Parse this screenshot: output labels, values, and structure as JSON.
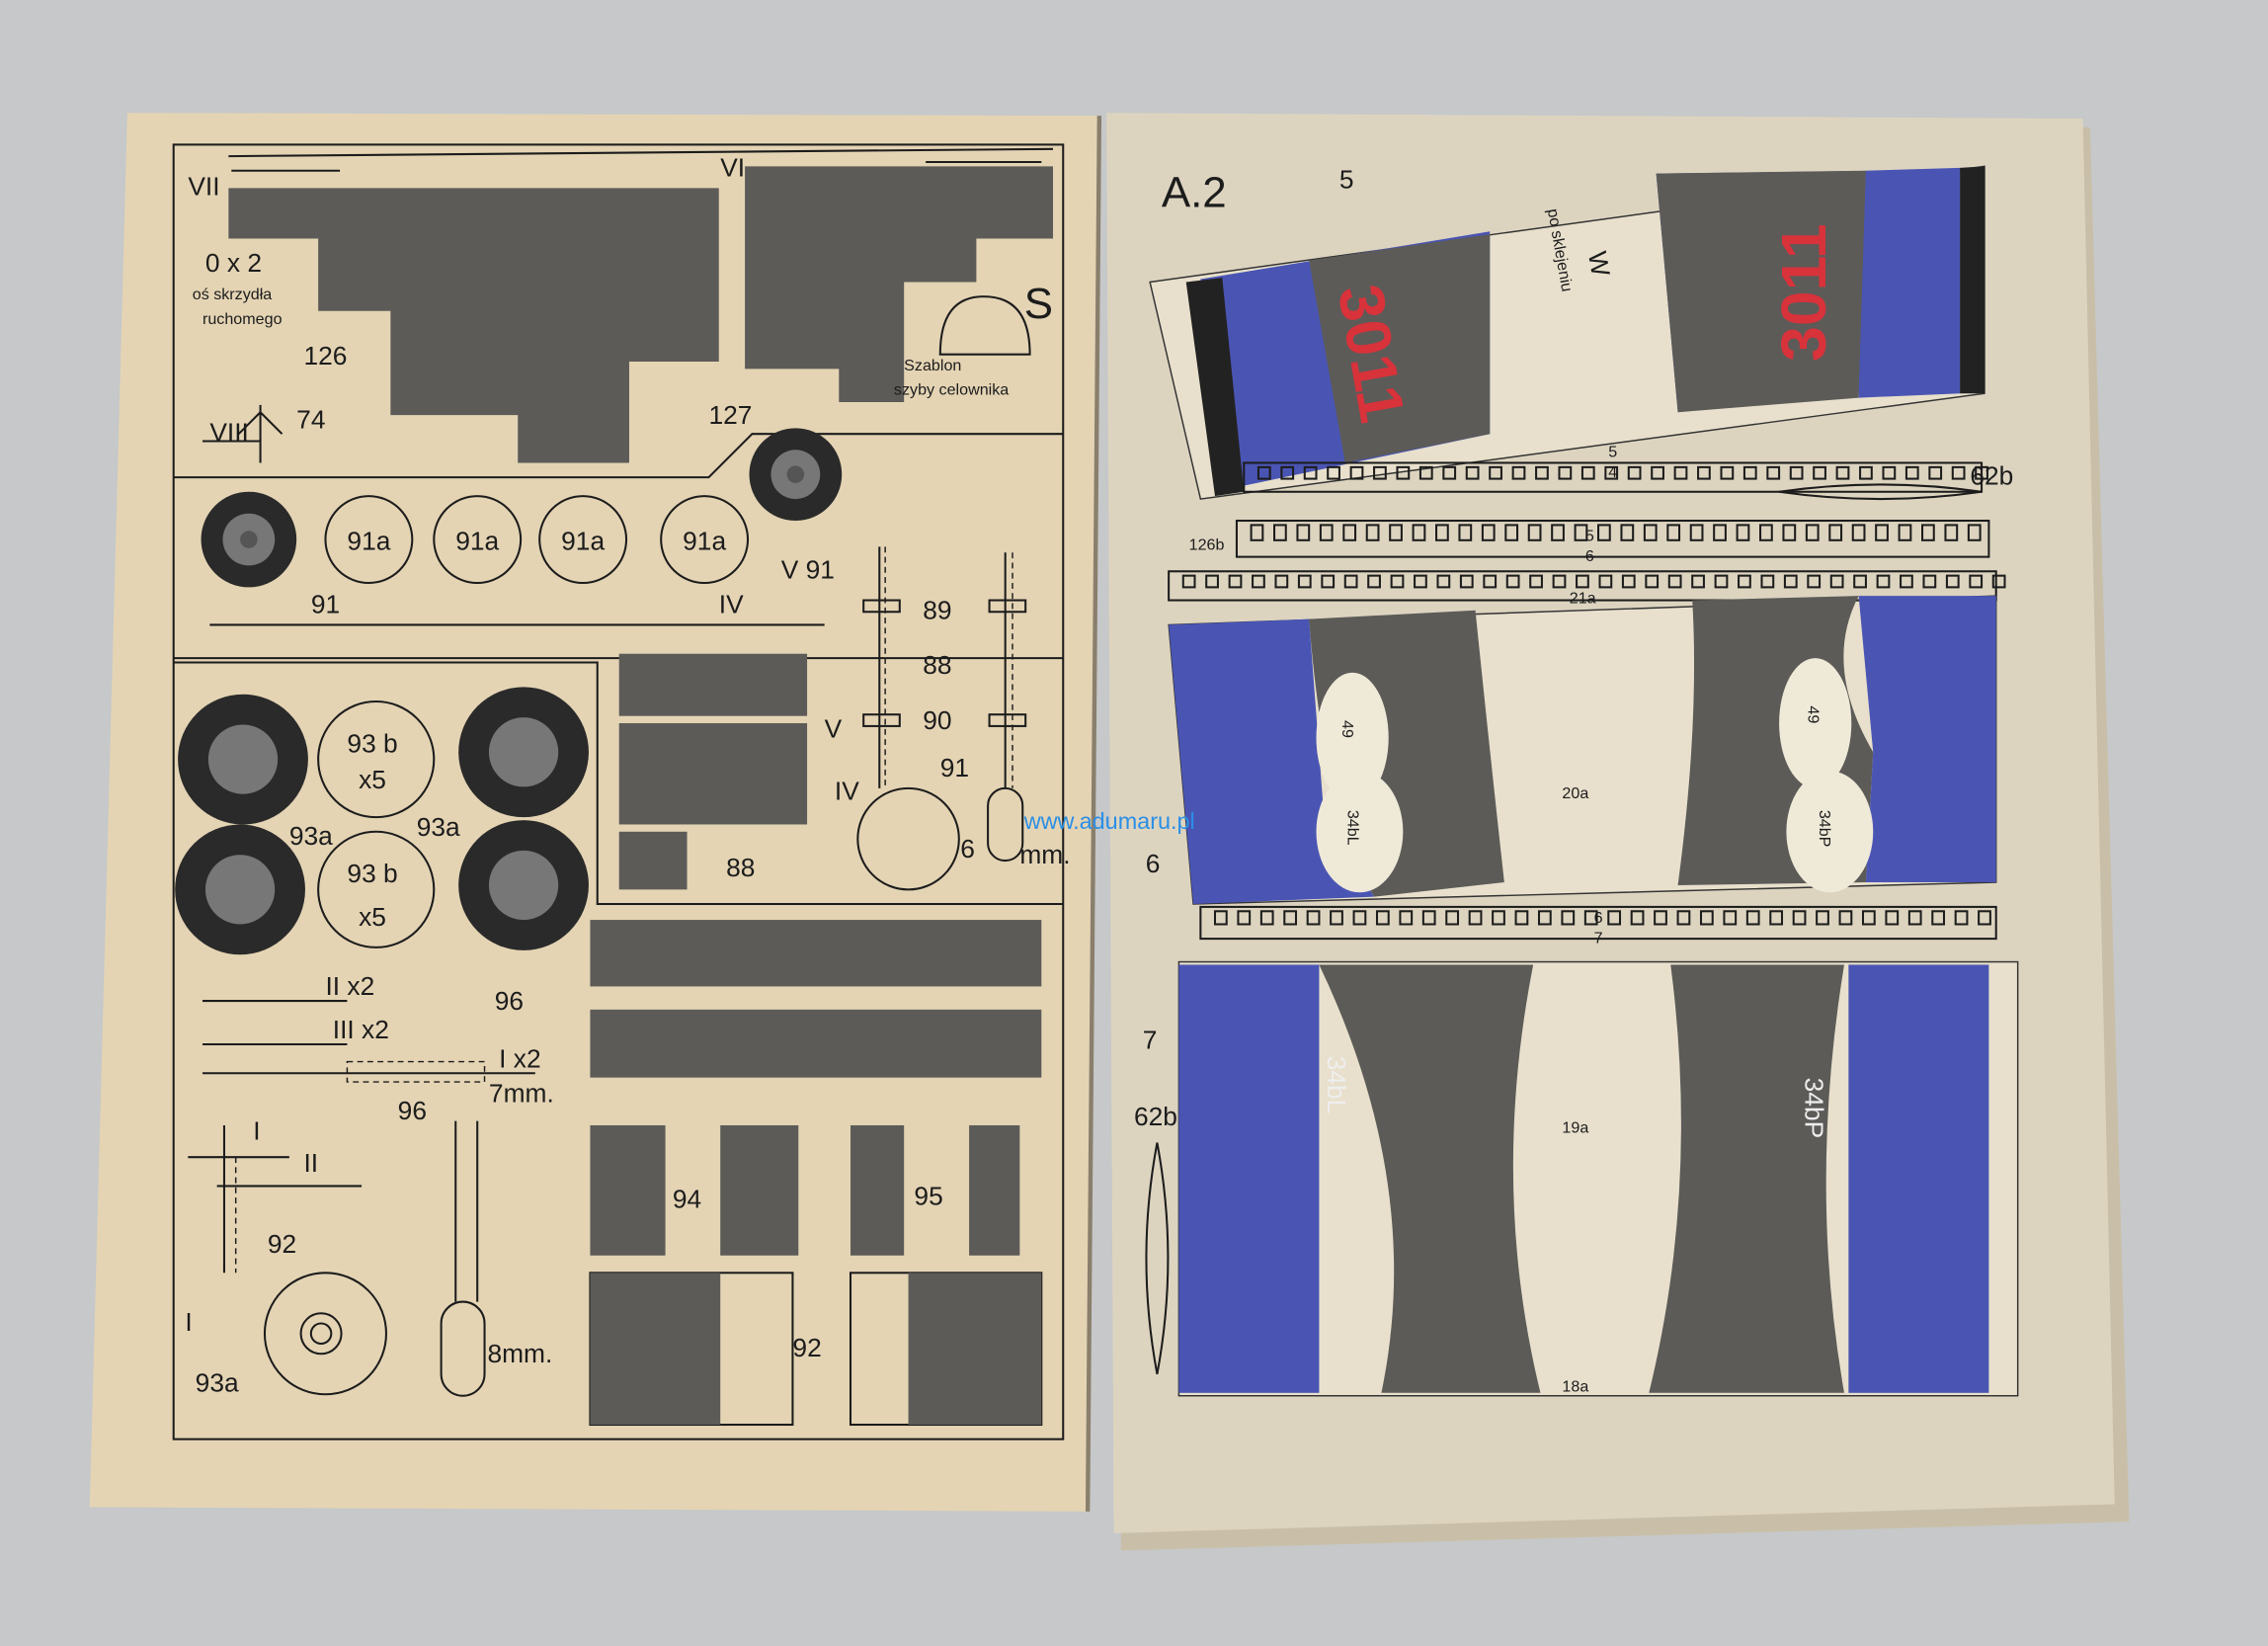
{
  "watermark": "www.adumaru.pl",
  "colors": {
    "background": "#c6c8c9",
    "left_page": "#e4d4b4",
    "right_page": "#ddd4c0",
    "print_dark": "#5c5b58",
    "print_blue": "#4a55b3",
    "marking_red": "#d8323b",
    "watermark": "#2a8fe6"
  },
  "left_page": {
    "vii": "VII",
    "vi": "VI",
    "ox2": "0 x 2",
    "axis_line1": "oś skrzydła",
    "axis_line2": "ruchomego",
    "p126": "126",
    "viii": "VIII",
    "p74": "74",
    "p127": "127",
    "s": "S",
    "template_line1": "Szablon",
    "template_line2": "szyby celownika",
    "p91_left": "91",
    "p91a": "91a",
    "v91": "V 91",
    "iv": "IV",
    "p89": "89",
    "p88": "88",
    "p90": "90",
    "p91_strut": "91",
    "v": "V",
    "iv2": "IV",
    "six": "6",
    "mm": "mm.",
    "p93b": "93 b",
    "x5": "x5",
    "p93a": "93a",
    "p88_rect": "88",
    "p96": "96",
    "iix2": "II x2",
    "iiix2": "III x2",
    "ix2": "I x2",
    "i": "I",
    "ii": "II",
    "p92": "92",
    "p93a_bottom": "93a",
    "p96_strut": "96",
    "mm7": "7mm.",
    "mm8": "8mm.",
    "p94": "94",
    "p95": "95",
    "p92_rect": "92"
  },
  "right_page": {
    "sheet": "A.2",
    "p5": "5",
    "marking": "3011",
    "w": "W",
    "after_glue": "po sklejeniu",
    "s5a": "5",
    "s4": "4",
    "s5b": "5",
    "s6": "6",
    "p62b": "62b",
    "p126b": "126b",
    "p21a": "21a",
    "p6": "6",
    "p49": "49",
    "p34bL": "34bL",
    "p34bP": "34bP",
    "p20a": "20a",
    "s6b": "6",
    "s7": "7",
    "p7": "7",
    "p62b_2": "62b",
    "p19a": "19a",
    "p18a": "18a"
  }
}
